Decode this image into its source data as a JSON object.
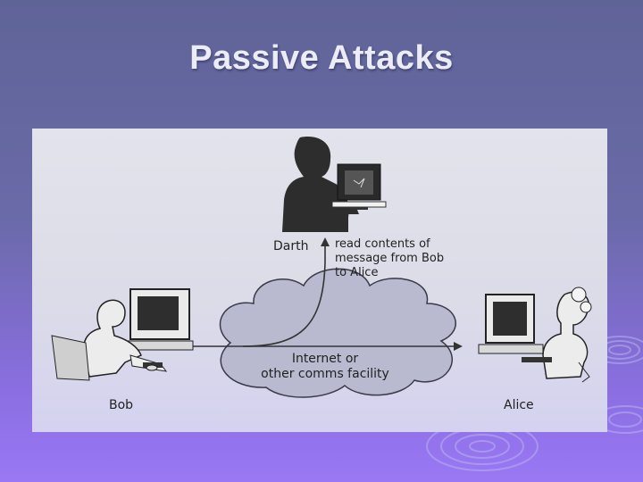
{
  "slide": {
    "title": "Passive Attacks"
  },
  "diagram": {
    "attacker_label": "Darth",
    "attacker_note": "read contents of\nmessage from Bob\nto Alice",
    "network_label": "Internet or\nother comms facility",
    "sender_label": "Bob",
    "receiver_label": "Alice"
  },
  "colors": {
    "background": "#6a6aa8",
    "panel": "#dcdce8",
    "cloud_fill": "#b9b9cf",
    "ink": "#222222"
  }
}
